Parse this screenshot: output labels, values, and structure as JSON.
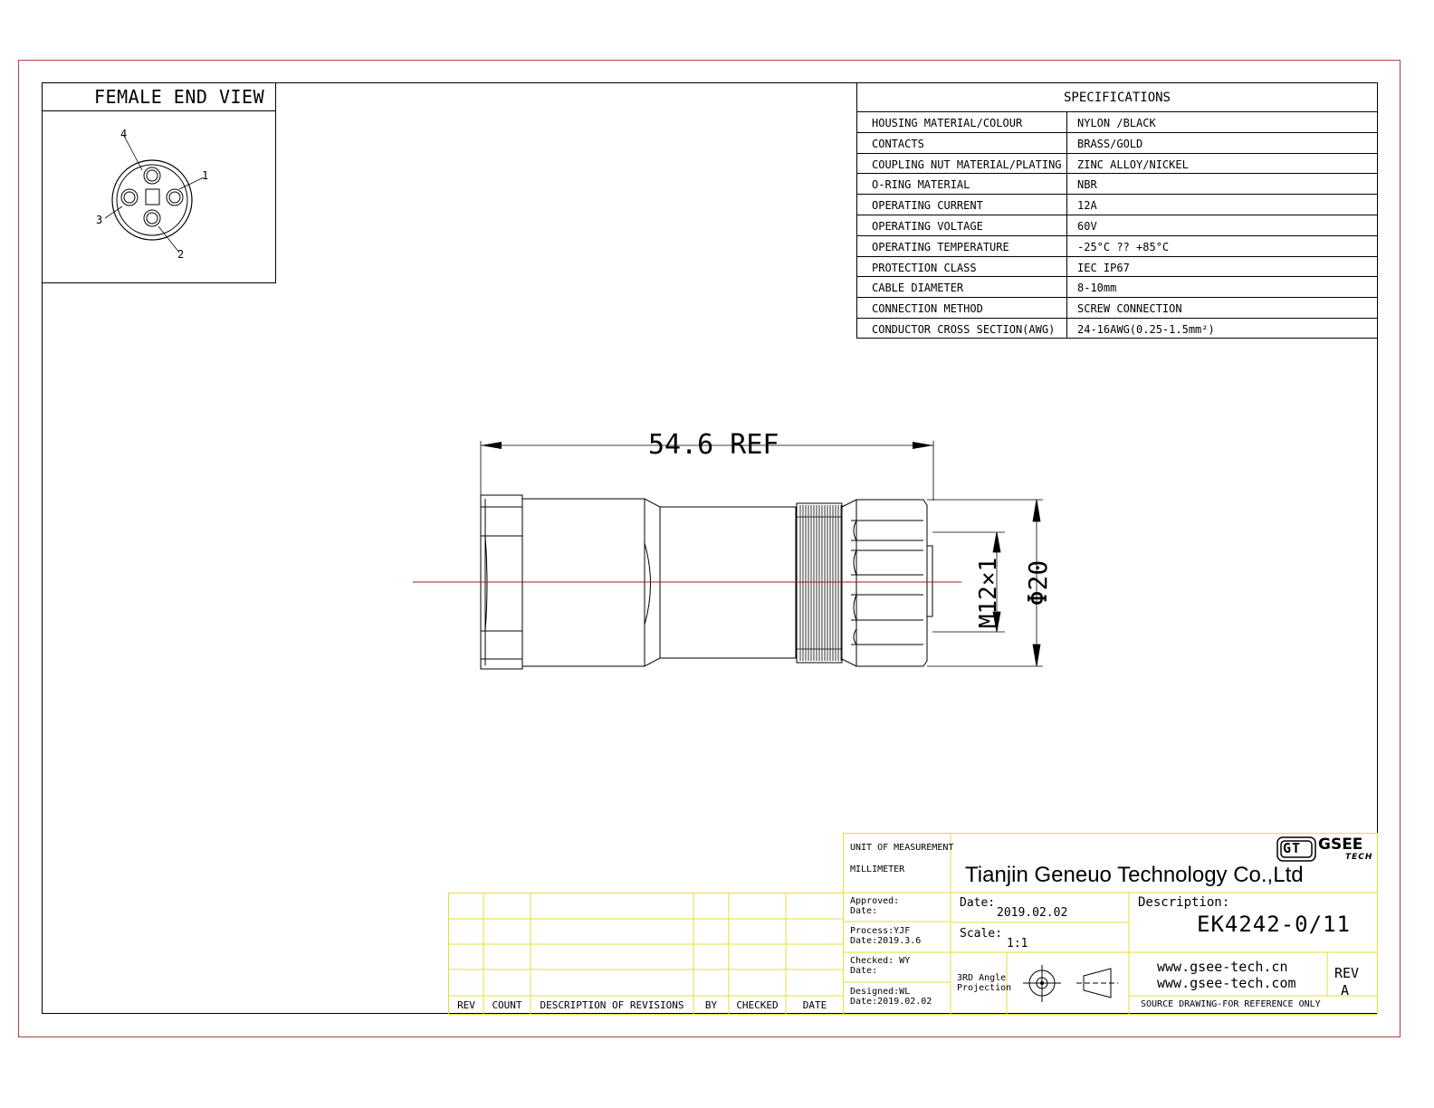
{
  "end_view": {
    "title": "FEMALE END VIEW",
    "pins": [
      "1",
      "2",
      "3",
      "4"
    ]
  },
  "specifications": {
    "title": "SPECIFICATIONS",
    "rows": [
      {
        "label": "HOUSING MATERIAL/COLOUR",
        "value": "NYLON /BLACK"
      },
      {
        "label": "CONTACTS",
        "value": "BRASS/GOLD"
      },
      {
        "label": "COUPLING NUT MATERIAL/PLATING",
        "value": "ZINC ALLOY/NICKEL"
      },
      {
        "label": "O-RING MATERIAL",
        "value": "NBR"
      },
      {
        "label": "OPERATING CURRENT",
        "value": "12A"
      },
      {
        "label": "OPERATING VOLTAGE",
        "value": "60V"
      },
      {
        "label": "OPERATING TEMPERATURE",
        "value": "-25°C ?? +85°C"
      },
      {
        "label": "PROTECTION CLASS",
        "value": "IEC  IP67"
      },
      {
        "label": "CABLE  DIAMETER",
        "value": "8-10mm"
      },
      {
        "label": "CONNECTION  METHOD",
        "value": "SCREW  CONNECTION"
      },
      {
        "label": "CONDUCTOR  CROSS  SECTION(AWG)",
        "value": "24-16AWG(0.25-1.5mm²)"
      }
    ]
  },
  "dimensions": {
    "length": "54.6 REF",
    "thread": "M12×1",
    "diameter": "Φ20"
  },
  "revisions": {
    "headers": [
      "REV",
      "COUNT",
      "DESCRIPTION  OF  REVISIONS",
      "BY",
      "CHECKED",
      "DATE"
    ]
  },
  "title_block": {
    "unit_label": "UNIT OF MEASUREMENT",
    "unit_value": "MILLIMETER",
    "company": "Tianjin Geneuo Technology Co.,Ltd",
    "logo_mark": "GT",
    "logo_word": "GSEE",
    "logo_sub": "TECH",
    "approved": "Approved:",
    "approved_date": "Date:",
    "process": "Process:YJF",
    "process_date": "Date:2019.3.6",
    "checked": "Checked: WY",
    "checked_date": "Date:",
    "designed": "Designed:WL",
    "designed_date": "Date:2019.02.02",
    "date_label": "Date:",
    "date_value": "2019.02.02",
    "scale_label": "Scale:",
    "scale_value": "1:1",
    "projection_1": "3RD Angle",
    "projection_2": "Projection",
    "description_label": "Description:",
    "part_number": "EK4242-0/11",
    "url_cn": "www.gsee-tech.cn",
    "url_com": "www.gsee-tech.com",
    "rev_label": "REV",
    "rev_value": "A",
    "note": "SOURCE DRAWING-FOR REFERENCE ONLY"
  },
  "colors": {
    "border": "#b04040",
    "title_block": "#e6dc3c",
    "centerline": "#9b1c1c",
    "line": "#000000"
  }
}
